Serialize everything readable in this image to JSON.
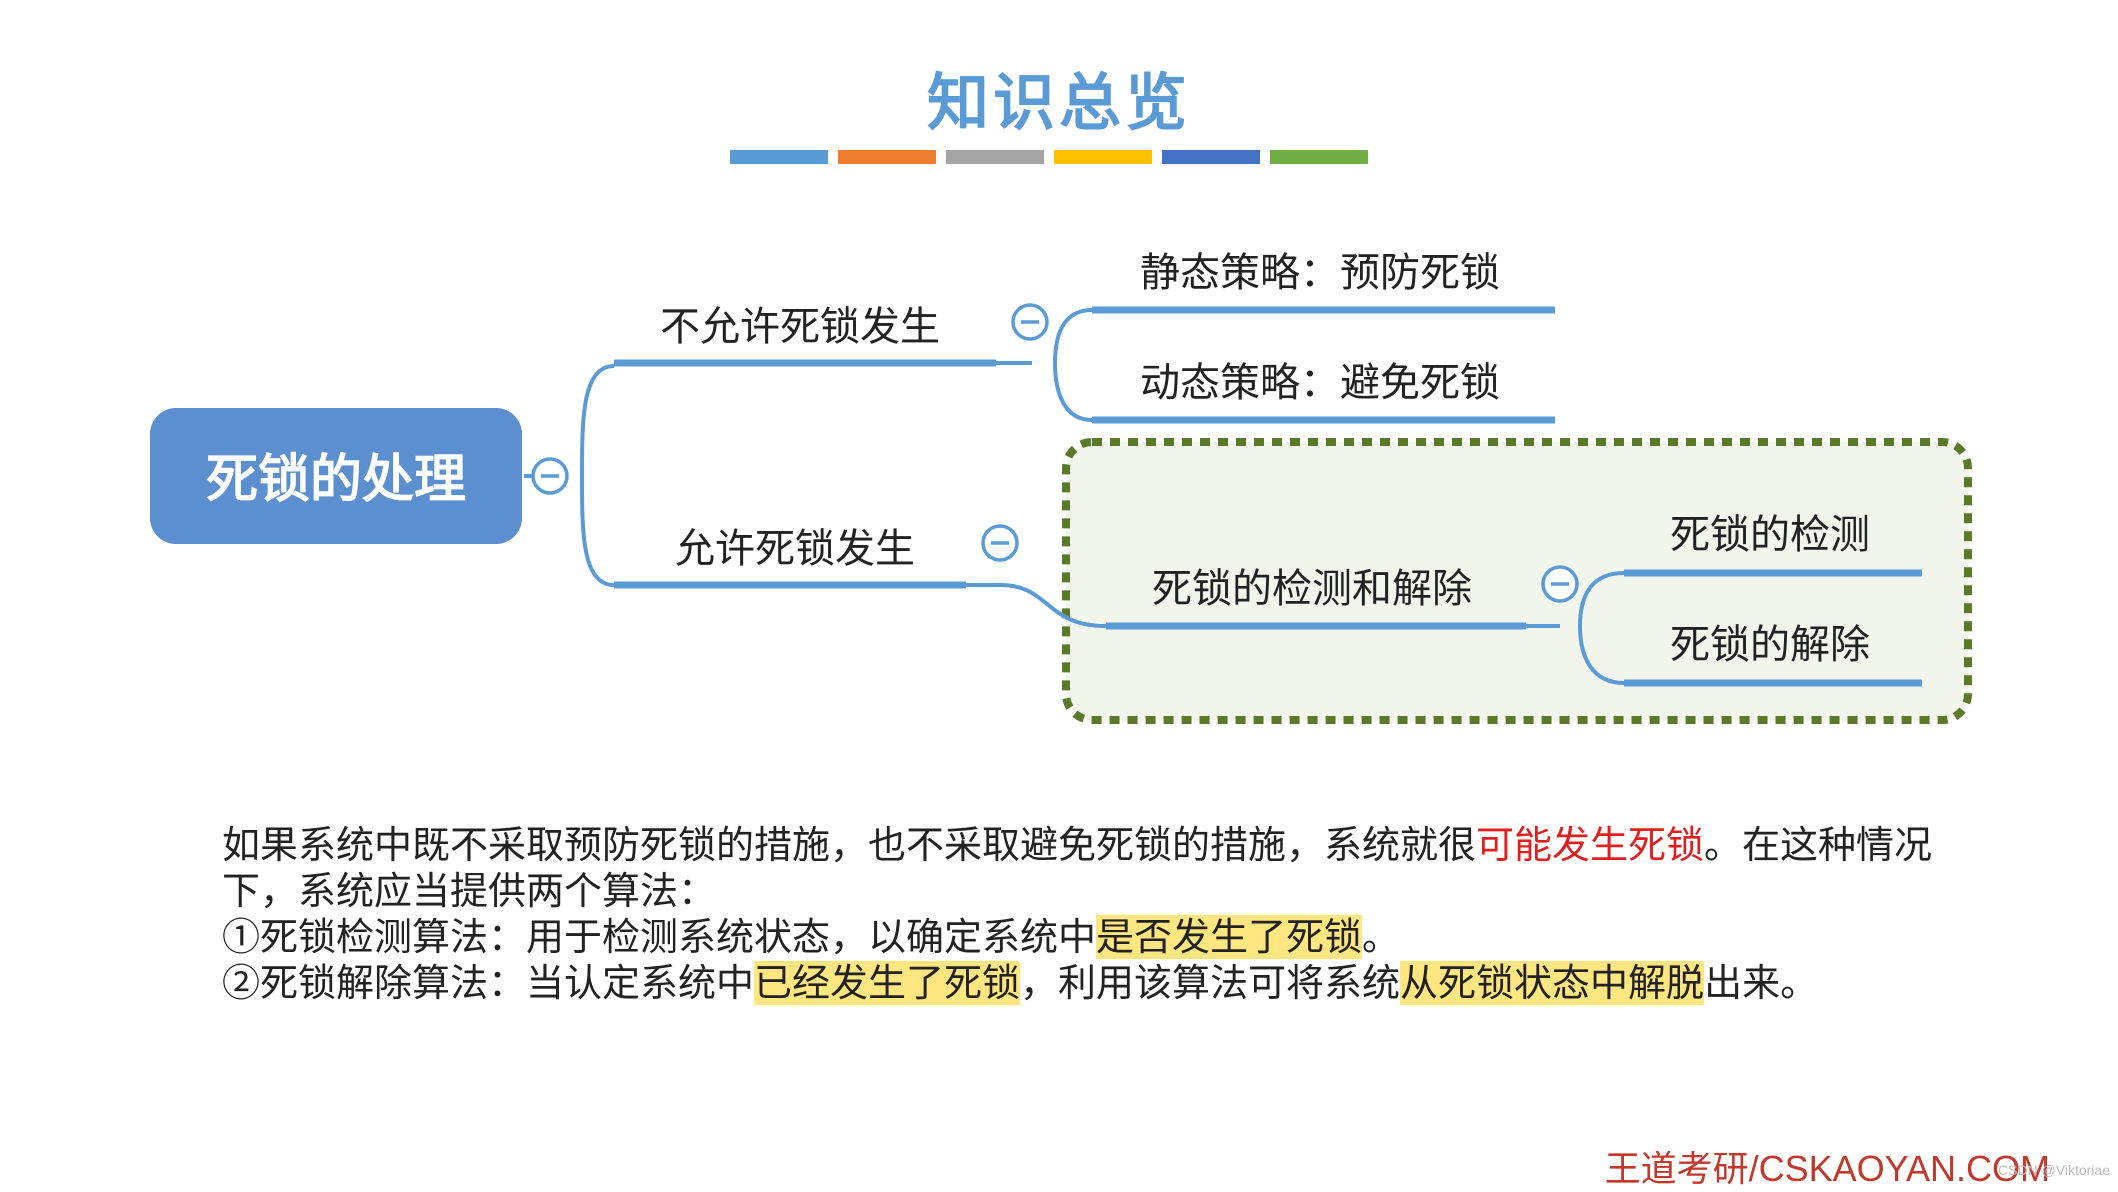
{
  "title": "知识总览",
  "color_bar": [
    "#5b9bd5",
    "#ed7d31",
    "#a5a5a5",
    "#ffc000",
    "#4472c4",
    "#70ad47"
  ],
  "mindmap": {
    "root": "死锁的处理",
    "branch_1": {
      "label": "不允许死锁发生",
      "children": [
        "静态策略：预防死锁",
        "动态策略：避免死锁"
      ]
    },
    "branch_2": {
      "label": "允许死锁发生",
      "child": "死锁的检测和解除",
      "grandchildren": [
        "死锁的检测",
        "死锁的解除"
      ]
    },
    "colors": {
      "line": "#5b9bd5",
      "root_fill": "#5b8fd0",
      "dash_border": "#5a7a2a",
      "dash_fill": "#f2f5ec"
    }
  },
  "desc": {
    "p1_a": "如果系统中既不采取预防死锁的措施，也不采取避免死锁的措施，系统就很",
    "p1_red": "可能发生死锁",
    "p1_b": "。在这种情况下，系统应当提供两个算法：",
    "p2_a": "①死锁检测算法：用于检测系统状态，以确定系统中",
    "p2_hl": "是否发生了死锁",
    "p2_b": "。",
    "p3_a": "②死锁解除算法：当认定系统中",
    "p3_hl1": "已经发生了死锁",
    "p3_b": "，利用该算法可将系统",
    "p3_hl2": "从死锁状态中解脱",
    "p3_c": "出来。"
  },
  "footer": "王道考研/CSKAOYAN.COM",
  "watermark": "CSDN @Viktoriae"
}
